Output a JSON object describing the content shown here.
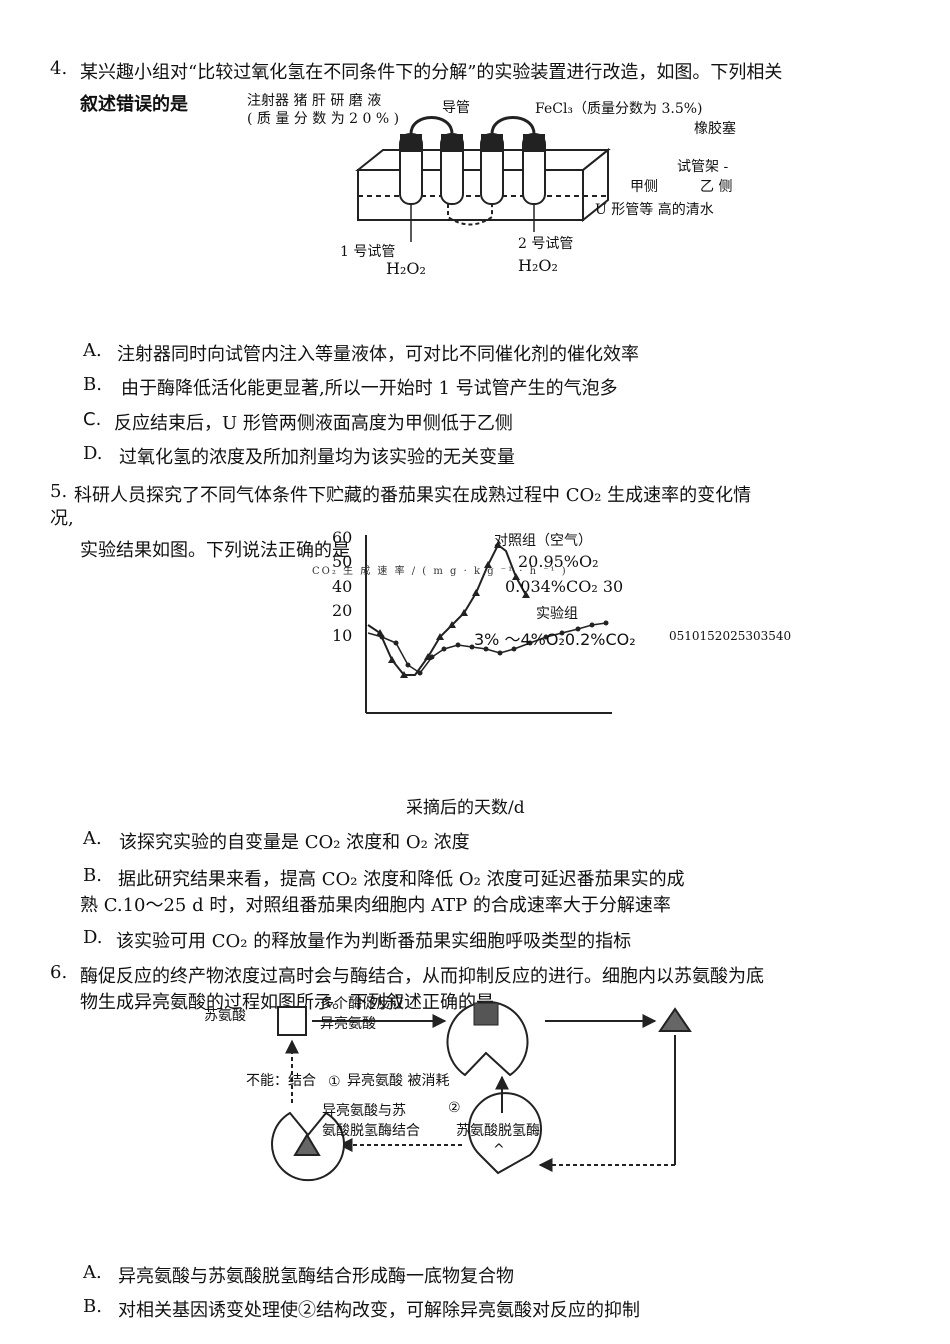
{
  "q4": {
    "number": "4.",
    "stem_line1": "某兴趣小组对“比较过氧化氢在不同条件下的分解”的实验装置进行改造，如图。下列相关",
    "stem_line2": "叙述错误的是",
    "figure": {
      "syringe_label_1": "注射器 猪 肝 研 磨 液",
      "syringe_label_2": "( 质 量 分 数 为 2 0 % )",
      "catheter": "导管",
      "fecl3": "FeCl₃（质量分数为 3.5%)",
      "rubber_stopper": "橡胶塞",
      "rack": "试管架 -",
      "side_a": "甲侧",
      "side_b": "乙 侧",
      "u_tube": "U  形管等  高的清水",
      "tube1": "1 号试管",
      "tube2": "2 号试管",
      "h2o2_a": "H₂O₂",
      "h2o2_b": "H₂O₂"
    },
    "options": [
      {
        "label": "A.",
        "text": "注射器同时向试管内注入等量液体，可对比不同催化剂的催化效率"
      },
      {
        "label": "B.",
        "text": "由于酶降低活化能更显著,所以一开始时 1 号试管产生的气泡多"
      },
      {
        "label": "C.",
        "text": "反应结束后，U 形管两侧液面高度为甲侧低于乙侧"
      },
      {
        "label": "D.",
        "text": "过氧化氢的浓度及所加剂量均为该实验的无关变量"
      }
    ]
  },
  "q5": {
    "number": "5.",
    "stem_line1": "科研人员探究了不同气体条件下贮藏的番茄果实在成熟过程中 CO₂ 生成速率的变化情",
    "stem_line2": "况,",
    "stem_line3": "实验结果如图。下列说法正确的是",
    "figure": {
      "ylabel": "CO₂ 生 成 速 率 / ( m g · k g ⁻¹ · h ⁻¹ )",
      "yticks": [
        "60",
        "50",
        "40",
        "20",
        "10"
      ],
      "control_label": "对照组（空气）",
      "control_o2": "20.95%O₂",
      "control_co2": "0.034%CO₂ 30",
      "exp_label": "实验组",
      "exp_gas": "3% ～4%O₂0.2%CO₂",
      "xticks_text": "0510152025303540",
      "xlabel": "采摘后的天数/d"
    },
    "options": [
      {
        "label": "A.",
        "text": "该探究实验的自变量是 CO₂ 浓度和 O₂ 浓度"
      },
      {
        "label": "B.",
        "text": "据此研究结果来看，提高 CO₂  浓度和降低 O₂ 浓度可延迟番茄果实的成"
      },
      {
        "label": "",
        "text": "熟  C.10～25     d 时，对照组番茄果肉细胞内 ATP 的合成速率大于分解速率"
      },
      {
        "label": "D.",
        "text": "该实验可用 CO₂ 的释放量作为判断番茄果实细胞呼吸类型的指标"
      }
    ]
  },
  "q6": {
    "number": "6.",
    "stem_line1": "酶促反应的终产物浓度过高时会与酶结合，从而抑制反应的进行。细胞内以苏氨酸为底",
    "stem_line2": "物生成异亮氨酸的过程如图所示。下列叙述正确的是",
    "figure": {
      "threonine": "苏氨酸",
      "multi_step_1": "多个酶促反应",
      "multi_step_2": "异亮氨酸",
      "cannot": "不能：结合",
      "circle1": "①",
      "isoleucine_consumed": "异亮氨酸  被消耗",
      "bind_1": "异亮氨酸与苏",
      "circle2": "②",
      "bind_2": "氨酸脱氢酶结合",
      "dehydrogenase": "苏氨酸脱氢酶",
      "caret": "^"
    },
    "options": [
      {
        "label": "A.",
        "text": "异亮氨酸与苏氨酸脱氢酶结合形成酶一底物复合物"
      },
      {
        "label": "B.",
        "text": "对相关基因诱变处理使②结构改变，可解除异亮氨酸对反应的抑制"
      }
    ]
  }
}
